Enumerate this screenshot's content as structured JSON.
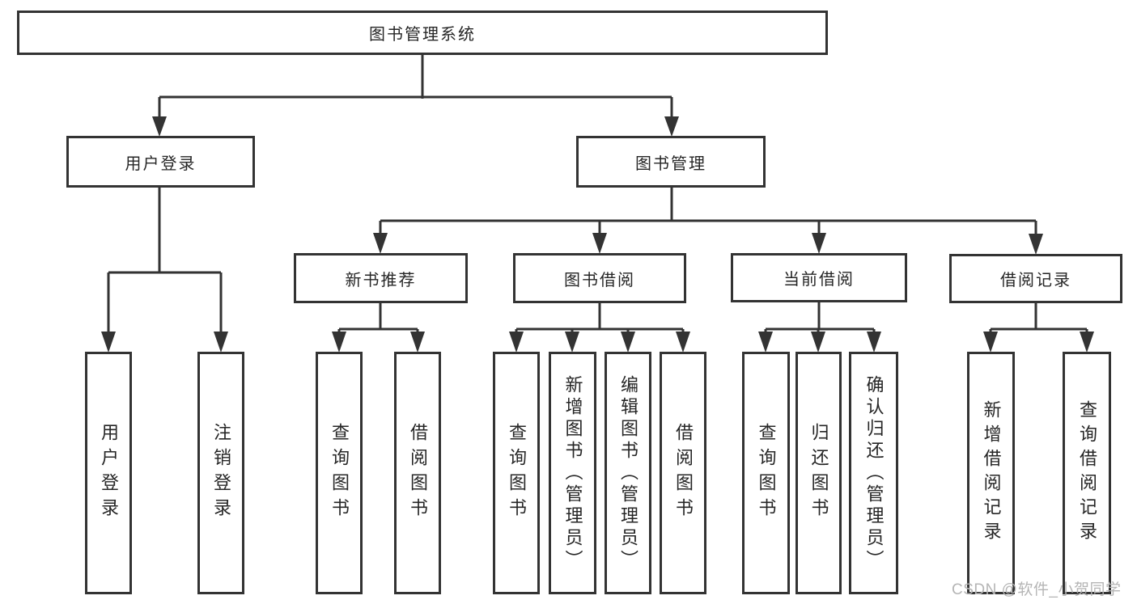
{
  "tree": {
    "root": {
      "label": "图书管理系统",
      "children": [
        {
          "label": "用户登录",
          "children": [
            {
              "label": "用户登录"
            },
            {
              "label": "注销登录"
            }
          ]
        },
        {
          "label": "图书管理",
          "children": [
            {
              "label": "新书推荐",
              "children": [
                {
                  "label": "查询图书"
                },
                {
                  "label": "借阅图书"
                }
              ]
            },
            {
              "label": "图书借阅",
              "children": [
                {
                  "label": "查询图书"
                },
                {
                  "label": "新增图书（管理员）"
                },
                {
                  "label": "编辑图书（管理员）"
                },
                {
                  "label": "借阅图书"
                }
              ]
            },
            {
              "label": "当前借阅",
              "children": [
                {
                  "label": "查询图书"
                },
                {
                  "label": "归还图书"
                },
                {
                  "label": "确认归还（管理员）"
                }
              ]
            },
            {
              "label": "借阅记录",
              "children": [
                {
                  "label": "新增借阅记录"
                },
                {
                  "label": "查询借阅记录"
                }
              ]
            }
          ]
        }
      ]
    }
  },
  "watermark": {
    "text": "CSDN @软件_小贺同学"
  },
  "colors": {
    "line": "#333333",
    "border": "#333333",
    "text": "#262626",
    "watermark": "#b5b5b5",
    "background": "#ffffff"
  }
}
